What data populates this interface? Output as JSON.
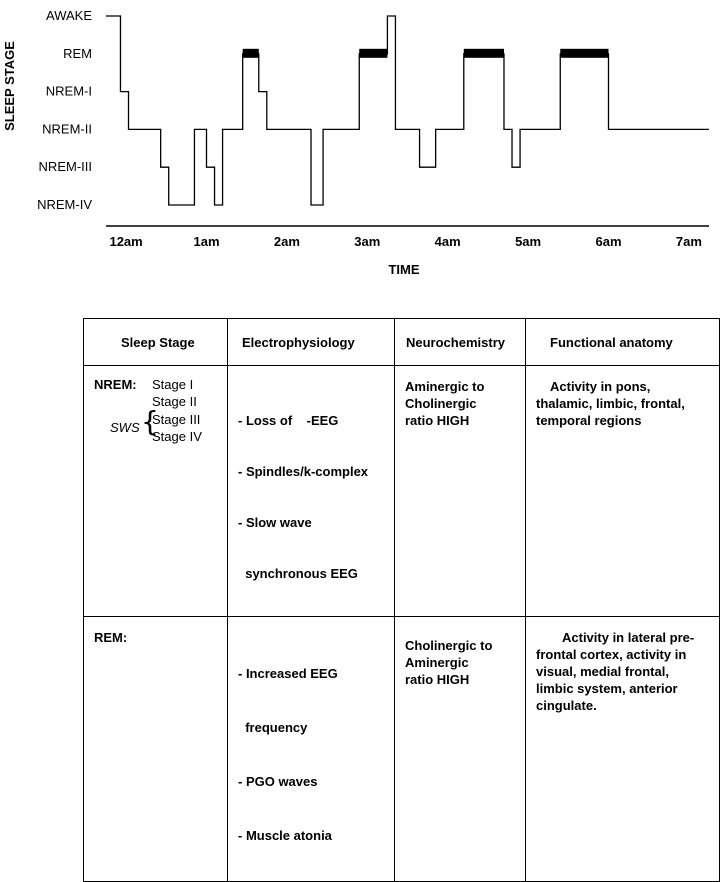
{
  "chart_data": {
    "type": "line",
    "ylabel": "SLEEP STAGE",
    "xlabel": "TIME",
    "y_categories": [
      "AWAKE",
      "REM",
      "NREM-I",
      "NREM-II",
      "NREM-III",
      "NREM-IV"
    ],
    "x_ticks": [
      "12am",
      "1am",
      "2am",
      "3am",
      "4am",
      "5am",
      "6am",
      "7am"
    ],
    "x_range_hours": [
      0,
      7.5
    ],
    "hypnogram": [
      [
        0.0,
        "AWAKE"
      ],
      [
        0.18,
        "NREM-I"
      ],
      [
        0.28,
        "NREM-II"
      ],
      [
        0.68,
        "NREM-III"
      ],
      [
        0.78,
        "NREM-IV"
      ],
      [
        1.1,
        "NREM-II"
      ],
      [
        1.25,
        "NREM-III"
      ],
      [
        1.35,
        "NREM-IV"
      ],
      [
        1.45,
        "NREM-II"
      ],
      [
        1.7,
        "REM"
      ],
      [
        1.9,
        "NREM-I"
      ],
      [
        2.0,
        "NREM-II"
      ],
      [
        2.55,
        "NREM-IV"
      ],
      [
        2.7,
        "NREM-II"
      ],
      [
        3.15,
        "REM"
      ],
      [
        3.5,
        "AWAKE"
      ],
      [
        3.6,
        "NREM-II"
      ],
      [
        3.9,
        "NREM-III"
      ],
      [
        4.1,
        "NREM-II"
      ],
      [
        4.45,
        "REM"
      ],
      [
        4.95,
        "NREM-II"
      ],
      [
        5.05,
        "NREM-III"
      ],
      [
        5.15,
        "NREM-II"
      ],
      [
        5.65,
        "REM"
      ],
      [
        6.25,
        "NREM-II"
      ],
      [
        7.5,
        "NREM-II"
      ]
    ],
    "rem_periods_hours": [
      [
        1.7,
        1.9
      ],
      [
        3.15,
        3.5
      ],
      [
        4.45,
        4.95
      ],
      [
        5.65,
        6.25
      ]
    ]
  },
  "table": {
    "headers": [
      "Sleep Stage",
      "Electrophysiology",
      "Neurochemistry",
      "Functional anatomy"
    ],
    "nrem": {
      "label": "NREM:",
      "stage1": "Stage I",
      "stage2": "Stage II",
      "sws": "SWS",
      "brace": "{",
      "stage3": "Stage III",
      "stage4": "Stage IV",
      "electro": [
        "- Loss of    -EEG",
        "- Spindles/k-complex",
        "- Slow wave",
        "  synchronous EEG"
      ],
      "neuro": [
        "Aminergic to",
        "Cholinergic",
        "ratio HIGH"
      ],
      "anatomy": [
        "Activity in pons,",
        "thalamic, limbic, frontal,",
        "temporal regions"
      ]
    },
    "rem": {
      "label": "REM:",
      "electro": [
        "- Increased EEG",
        "  frequency",
        "- PGO waves",
        "- Muscle atonia"
      ],
      "neuro": [
        "Cholinergic to",
        "Aminergic",
        "ratio HIGH"
      ],
      "anatomy": [
        "Activity in lateral pre-",
        "frontal cortex,    activity in",
        "visual, medial frontal,",
        "limbic system, anterior",
        "cingulate."
      ]
    }
  }
}
